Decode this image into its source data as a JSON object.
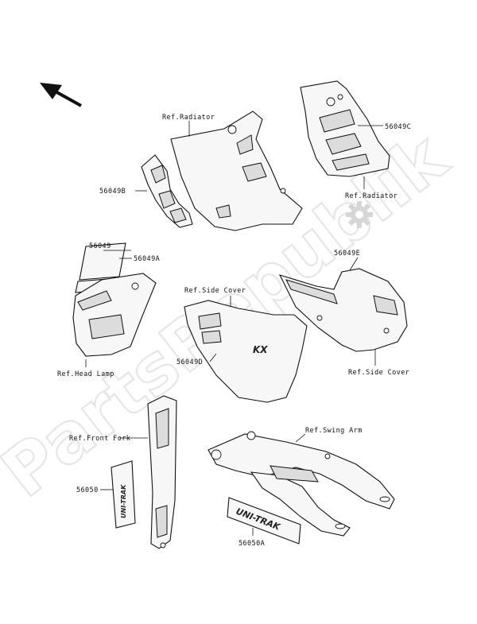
{
  "watermark": {
    "text": "PartsRepublik"
  },
  "icons": {
    "direction": "arrow-front-left-icon",
    "gear": "gear-icon"
  },
  "labels": {
    "ref_radiator_left": "Ref.Radiator",
    "part_56049B": "56049B",
    "part_56049C": "56049C",
    "ref_radiator_right": "Ref.Radiator",
    "part_56049": "56049",
    "part_56049A": "56049A",
    "ref_head_lamp": "Ref.Head Lamp",
    "ref_side_cover_center": "Ref.Side Cover",
    "part_56049D": "56049D",
    "part_56049E": "56049E",
    "ref_side_cover_right": "Ref.Side Cover",
    "ref_front_fork": "Ref.Front Fork",
    "part_56050": "56050",
    "ref_swing_arm": "Ref.Swing Arm",
    "part_56050A": "56050A"
  },
  "decals": {
    "side_cover_mark": "KX",
    "swing_arm_mark": "UNI-TRAK"
  }
}
